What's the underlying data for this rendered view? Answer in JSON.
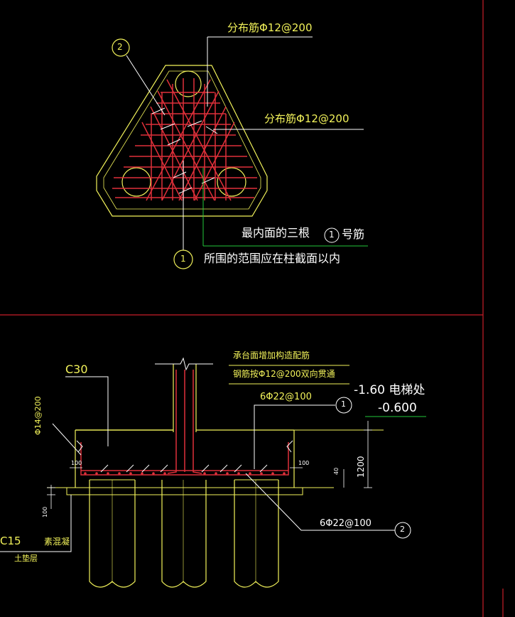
{
  "colors": {
    "background": "#000000",
    "outline": "#f2f25a",
    "rebar": "#e0303a",
    "leader_green": "#22c83a",
    "text_white": "#ffffff",
    "text_yellow": "#f2f25a",
    "border_red": "#c81e28"
  },
  "top_detail": {
    "bubble_2": "2",
    "dist_bar_1": "分布筋Φ12@200",
    "dist_bar_2": "分布筋Φ12@200",
    "innermost_prefix": "最内面的三根",
    "innermost_bubble": "1",
    "innermost_suffix": "号筋",
    "bubble_1": "1",
    "range_note": "所围的范围应在柱截面以内"
  },
  "bottom_detail": {
    "concrete_grade": "C30",
    "note_line1": "承台面增加构造配筋",
    "note_line2": "钢筋按Φ12@200双向贯通",
    "top_bar": "6Φ22@100",
    "bubble_1": "1",
    "elev_1": "-1.60 电梯处",
    "elev_2": "-0.600",
    "side_bar": "Φ14@200",
    "dim_100_left": "100",
    "dim_100_right": "100",
    "dim_40": "40",
    "dim_1200": "1200",
    "dim_100_vertical": "100",
    "bottom_bar": "6Φ22@100",
    "bubble_2": "2",
    "c15": "C15",
    "plain_concrete": "素混凝",
    "cushion": "土垫层"
  }
}
